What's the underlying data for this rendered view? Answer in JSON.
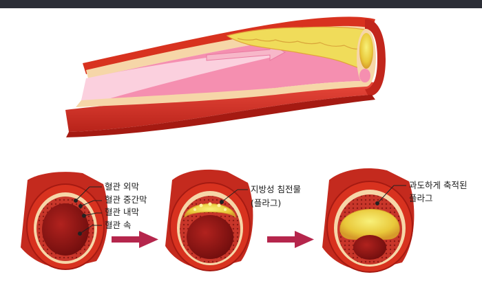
{
  "labels": {
    "outer_membrane": "혈관 외막",
    "middle_membrane": "혈관 중간막",
    "inner_membrane": "혈관 내막",
    "lumen": "혈관 속",
    "fatty_deposit_line1": "지방성 침전물",
    "fatty_deposit_line2": "(플라그)",
    "excess_plaque_line1": "과도하게 축적된",
    "excess_plaque_line2": "플라그"
  },
  "colors": {
    "vessel_red": "#d8321f",
    "vessel_dark": "#a51a12",
    "wall_cream": "#f6d6a8",
    "lumen_dark": "#7a0f0f",
    "plaque_yellow": "#f4e24a",
    "arrow_magenta": "#b5264c",
    "blood_pink": "#f58fb0"
  }
}
